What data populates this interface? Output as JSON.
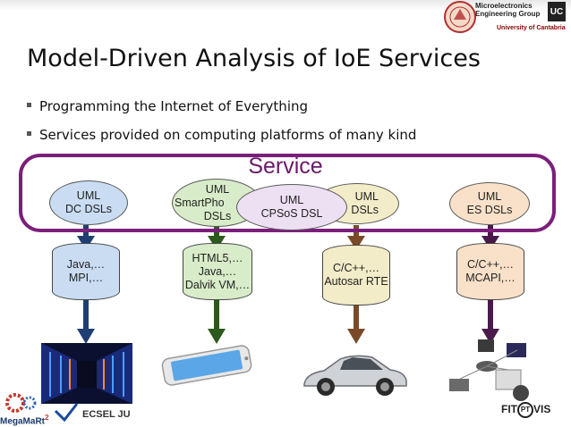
{
  "slide": {
    "title": "Model-Driven Analysis of IoE Services",
    "bullets": [
      "Programming the Internet of Everything",
      "Services provided on computing platforms of many kind"
    ]
  },
  "logo": {
    "line1": "Microelectronics",
    "line2": "Engineering Group",
    "university": "University of Cantabria",
    "uc": "UC"
  },
  "diagram": {
    "service_label": "Service",
    "models": [
      {
        "line1": "UML",
        "line2": "DC DSLs"
      },
      {
        "line1": "UML",
        "line2": "SmartPho",
        "line3": "DSLs"
      },
      {
        "line1": "UML",
        "line2": "CPSoS DSL"
      },
      {
        "line1": "UML",
        "line2": "DSLs"
      },
      {
        "line1": "UML",
        "line2": "ES DSLs"
      }
    ],
    "platforms": [
      {
        "line1": "Java,…",
        "line2": "MPI,…"
      },
      {
        "line1": "HTML5,…",
        "line2": "Java,…",
        "line3": "Dalvik VM,…"
      },
      {
        "line1": "C/C++,…",
        "line2": "Autosar RTE"
      },
      {
        "line1": "C/C++,…",
        "line2": "MCAPI,…"
      }
    ]
  },
  "footer": {
    "megamart": "MegaMaRt",
    "megamart_sup": "2",
    "ecsel": "ECSEL JU",
    "fitopt": "FIT",
    "fitopt_mid": "PT",
    "fitopt_end": "VIS"
  },
  "colors": {
    "service_border": "#7b1f7b",
    "arrow_blue": "#1f3f73",
    "arrow_green": "#2c5a1c",
    "arrow_orange": "#7a4a28",
    "arrow_purple": "#4a1a4a"
  }
}
